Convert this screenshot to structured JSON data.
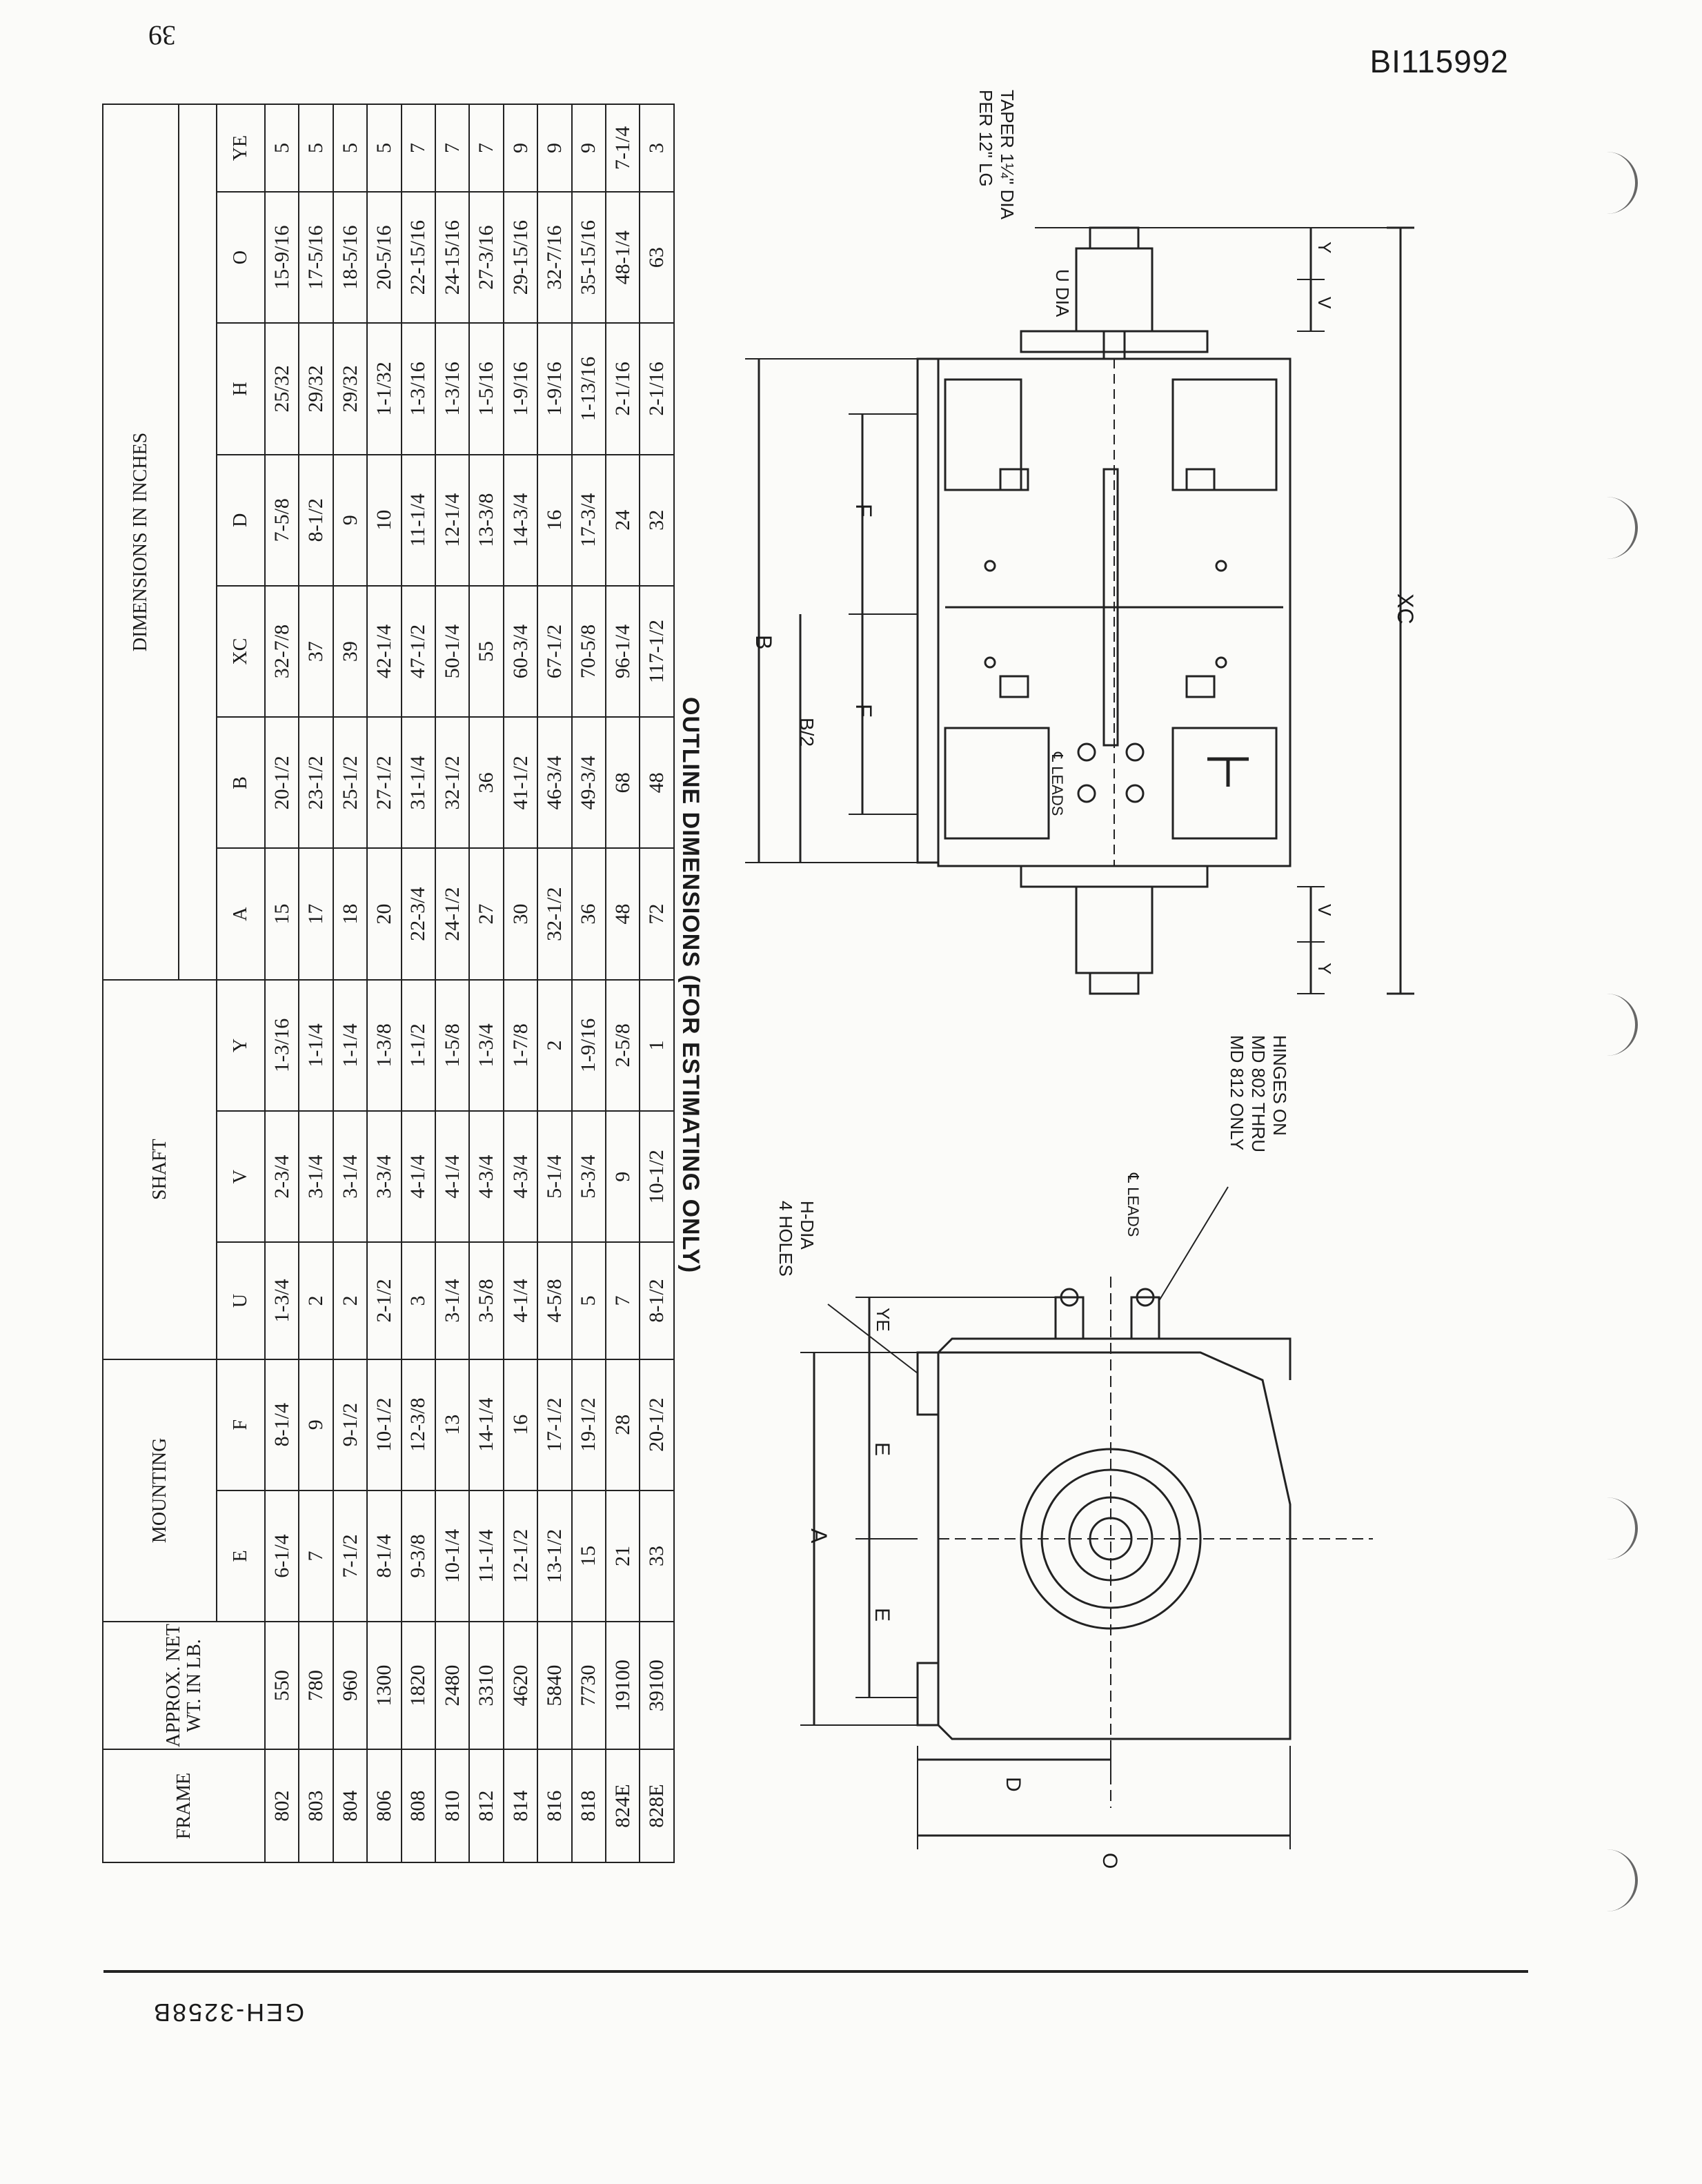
{
  "header": {
    "page_number": "39",
    "doc_id": "BI115992"
  },
  "footer": {
    "doc_code": "GEH-3258B"
  },
  "drawing": {
    "title": "OUTLINE DIMENSIONS (FOR ESTIMATING ONLY)",
    "labels": {
      "taper_line1": "TAPER 1¼\" DIA",
      "taper_line2": "PER 12\" LG",
      "u_dia": "U DIA",
      "xc": "XC",
      "y": "Y",
      "v": "V",
      "f": "F",
      "b": "B",
      "b_half": "B/2",
      "leads": "℄ LEADS",
      "hinges_line1": "HINGES ON",
      "hinges_line2": "MD 802 THRU",
      "hinges_line3": "MD 812 ONLY",
      "h_dia_line1": "H-DIA",
      "h_dia_line2": "4 HOLES",
      "ye": "YE",
      "e": "E",
      "a": "A",
      "d": "D",
      "o": "O"
    }
  },
  "table": {
    "frame_label": "FRAME",
    "weight_label": "APPROX. NET WT. IN LB.",
    "mounting_label": "MOUNTING",
    "shaft_label": "SHAFT",
    "dimensions_label": "DIMENSIONS IN INCHES",
    "columns": [
      "E",
      "F",
      "U",
      "V",
      "Y",
      "A",
      "B",
      "XC",
      "D",
      "H",
      "O",
      "YE"
    ],
    "rows": [
      [
        "802",
        "550",
        "6-1/4",
        "8-1/4",
        "1-3/4",
        "2-3/4",
        "1-3/16",
        "15",
        "20-1/2",
        "32-7/8",
        "7-5/8",
        "25/32",
        "15-9/16",
        "5"
      ],
      [
        "803",
        "780",
        "7",
        "9",
        "2",
        "3-1/4",
        "1-1/4",
        "17",
        "23-1/2",
        "37",
        "8-1/2",
        "29/32",
        "17-5/16",
        "5"
      ],
      [
        "804",
        "960",
        "7-1/2",
        "9-1/2",
        "2",
        "3-1/4",
        "1-1/4",
        "18",
        "25-1/2",
        "39",
        "9",
        "29/32",
        "18-5/16",
        "5"
      ],
      [
        "806",
        "1300",
        "8-1/4",
        "10-1/2",
        "2-1/2",
        "3-3/4",
        "1-3/8",
        "20",
        "27-1/2",
        "42-1/4",
        "10",
        "1-1/32",
        "20-5/16",
        "5"
      ],
      [
        "808",
        "1820",
        "9-3/8",
        "12-3/8",
        "3",
        "4-1/4",
        "1-1/2",
        "22-3/4",
        "31-1/4",
        "47-1/2",
        "11-1/4",
        "1-3/16",
        "22-15/16",
        "7"
      ],
      [
        "810",
        "2480",
        "10-1/4",
        "13",
        "3-1/4",
        "4-1/4",
        "1-5/8",
        "24-1/2",
        "32-1/2",
        "50-1/4",
        "12-1/4",
        "1-3/16",
        "24-15/16",
        "7"
      ],
      [
        "812",
        "3310",
        "11-1/4",
        "14-1/4",
        "3-5/8",
        "4-3/4",
        "1-3/4",
        "27",
        "36",
        "55",
        "13-3/8",
        "1-5/16",
        "27-3/16",
        "7"
      ],
      [
        "814",
        "4620",
        "12-1/2",
        "16",
        "4-1/4",
        "4-3/4",
        "1-7/8",
        "30",
        "41-1/2",
        "60-3/4",
        "14-3/4",
        "1-9/16",
        "29-15/16",
        "9"
      ],
      [
        "816",
        "5840",
        "13-1/2",
        "17-1/2",
        "4-5/8",
        "5-1/4",
        "2",
        "32-1/2",
        "46-3/4",
        "67-1/2",
        "16",
        "1-9/16",
        "32-7/16",
        "9"
      ],
      [
        "818",
        "7730",
        "15",
        "19-1/2",
        "5",
        "5-3/4",
        "1-9/16",
        "36",
        "49-3/4",
        "70-5/8",
        "17-3/4",
        "1-13/16",
        "35-15/16",
        "9"
      ],
      [
        "824E",
        "19100",
        "21",
        "28",
        "7",
        "9",
        "2-5/8",
        "48",
        "68",
        "96-1/4",
        "24",
        "2-1/16",
        "48-1/4",
        "7-1/4"
      ],
      [
        "828E",
        "39100",
        "33",
        "20-1/2",
        "8-1/2",
        "10-1/2",
        "1",
        "72",
        "48",
        "117-1/2",
        "32",
        "2-1/16",
        "63",
        "3"
      ]
    ]
  }
}
